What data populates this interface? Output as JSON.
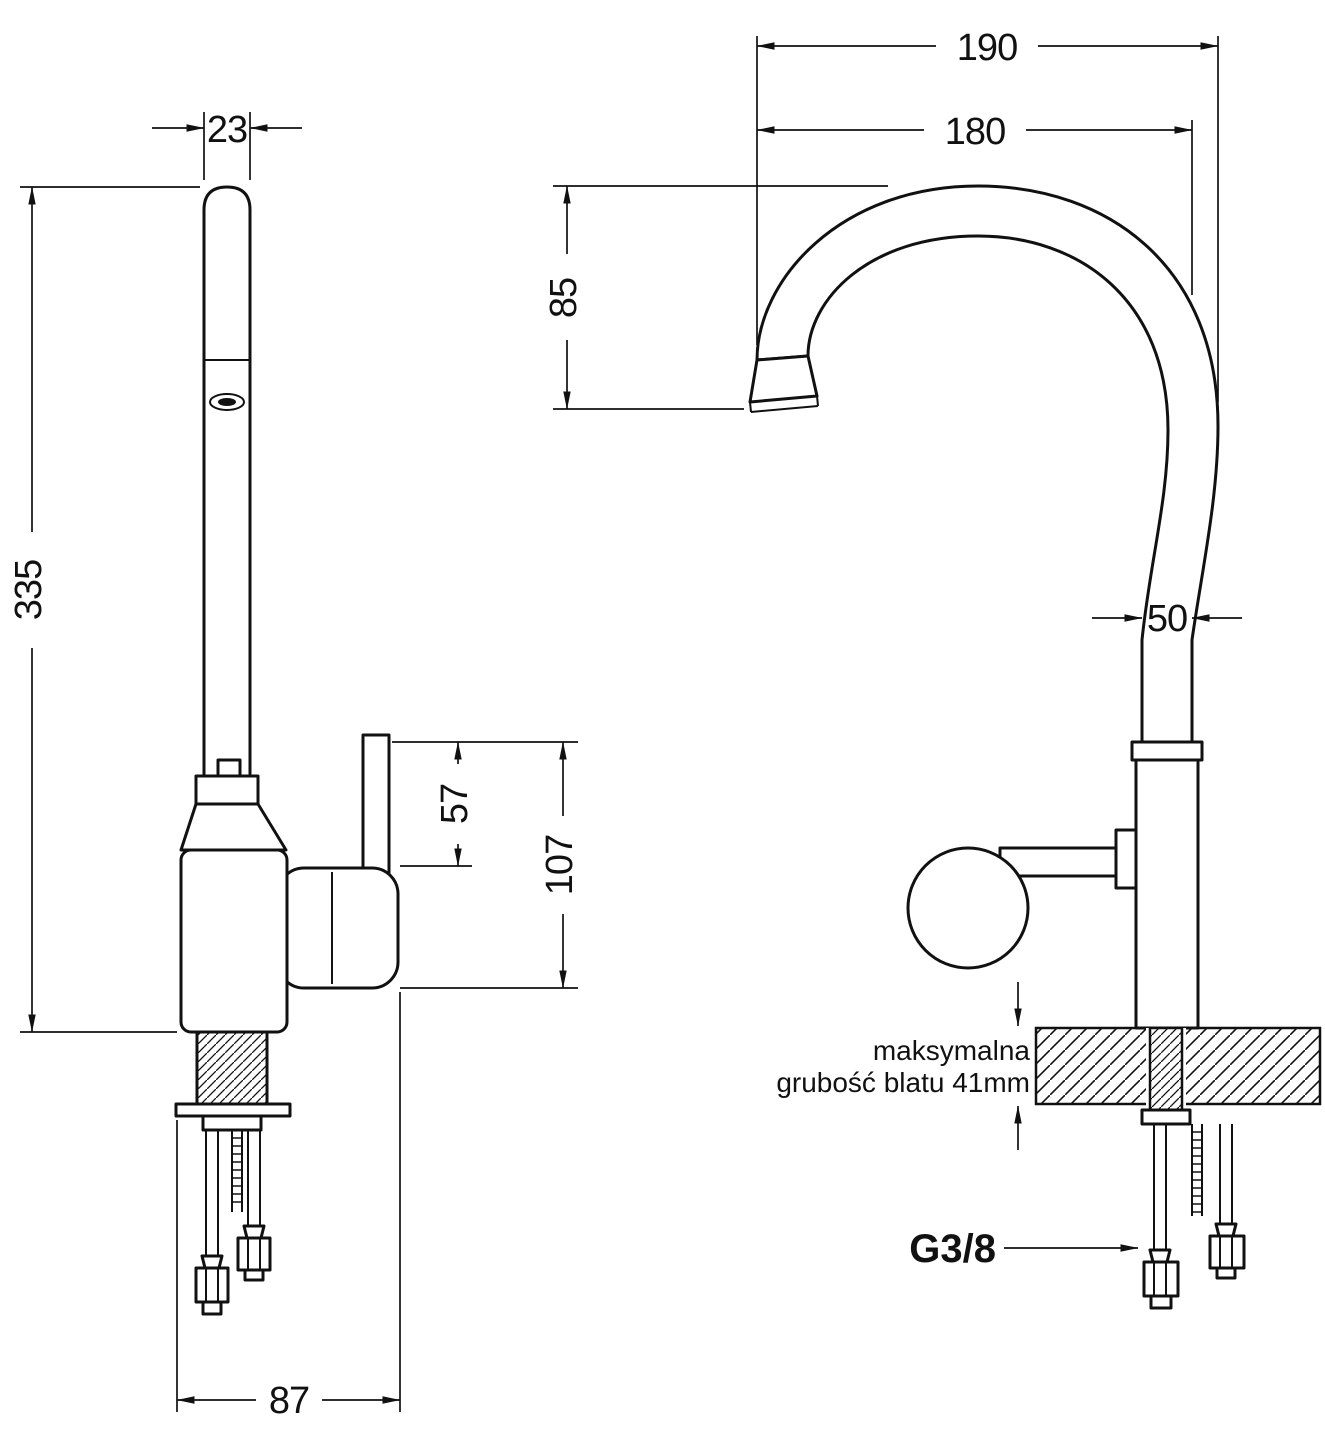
{
  "drawing": {
    "side_view": {
      "dim_spout_diameter": "23",
      "dim_total_height": "335",
      "dim_lever_height": "57",
      "dim_body_height": "107",
      "dim_base_width": "87"
    },
    "front_view": {
      "dim_overall_width": "190",
      "dim_spout_reach": "180",
      "dim_spout_height": "85",
      "dim_column_width": "50",
      "counter_note_line1": "maksymalna",
      "counter_note_line2": "grubość blatu 41mm",
      "thread_size": "G3/8"
    }
  }
}
